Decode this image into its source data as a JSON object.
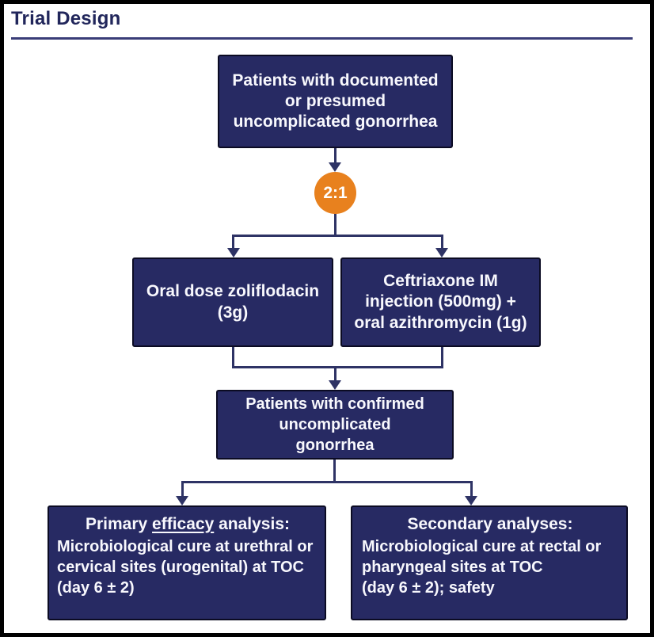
{
  "title": "Trial Design",
  "randomization_ratio": "2:1",
  "boxes": {
    "enrollment": {
      "lines": [
        "Patients with documented",
        "or presumed",
        "uncomplicated gonorrhea"
      ]
    },
    "arm_left": {
      "lines": [
        "Oral dose zoliflodacin",
        "(3g)"
      ]
    },
    "arm_right": {
      "lines": [
        "Ceftriaxone IM",
        "injection (500mg) +",
        "oral azithromycin (1g)"
      ]
    },
    "confirmed": {
      "lines": [
        "Patients with confirmed",
        "uncomplicated",
        "gonorrhea"
      ]
    },
    "primary": {
      "heading_prefix": "Primary ",
      "heading_underlined": "efficacy",
      "heading_suffix": " analysis:",
      "body_lines": [
        "Microbiological cure at urethral or cervical sites (urogenital) at TOC (day 6 ± 2)"
      ]
    },
    "secondary": {
      "heading": "Secondary analyses:",
      "body_lines": [
        "Microbiological cure at rectal or pharyngeal sites at TOC",
        "(day 6 ± 2); safety"
      ]
    }
  },
  "colors": {
    "box_fill": "#272A63",
    "box_border": "#0B0B23",
    "connector": "#2E3365",
    "ratio_badge": "#E8811E",
    "title_text": "#21265B",
    "rule": "#3A3D78",
    "frame": "#000000"
  }
}
